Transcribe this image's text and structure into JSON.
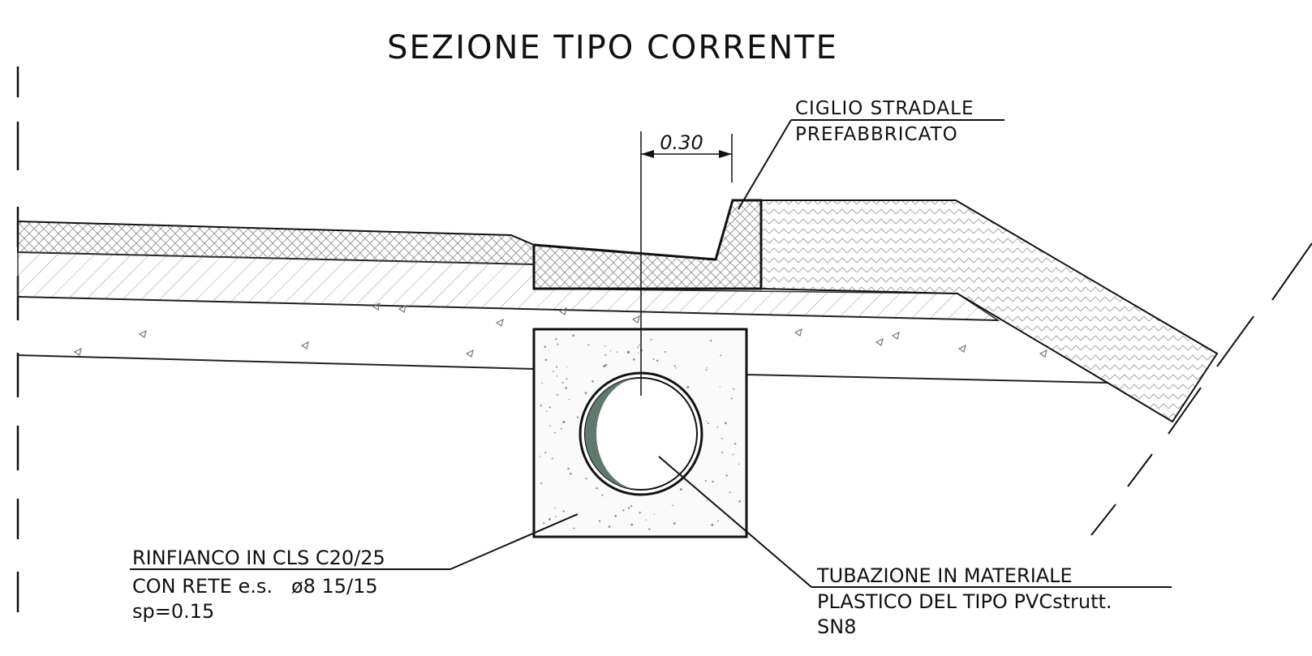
{
  "title": "SEZIONE TIPO CORRENTE",
  "dimension": {
    "value": "0.30"
  },
  "labels": {
    "curb": [
      "CIGLIO STRADALE",
      "PREFABBRICATO"
    ],
    "encasement": [
      "RINFIANCO IN CLS C20/25",
      "CON RETE e.s.   ø8 15/15",
      "sp=0.15"
    ],
    "pipe": [
      "TUBAZIONE IN MATERIALE",
      "PLASTICO DEL TIPO PVCstrutt.",
      "SN8"
    ]
  },
  "colors": {
    "line": "#111111",
    "hatch": "#9a9a9a",
    "pipe_shadow": "#5f7a6d",
    "concrete_dots": "#8a8a8a"
  }
}
